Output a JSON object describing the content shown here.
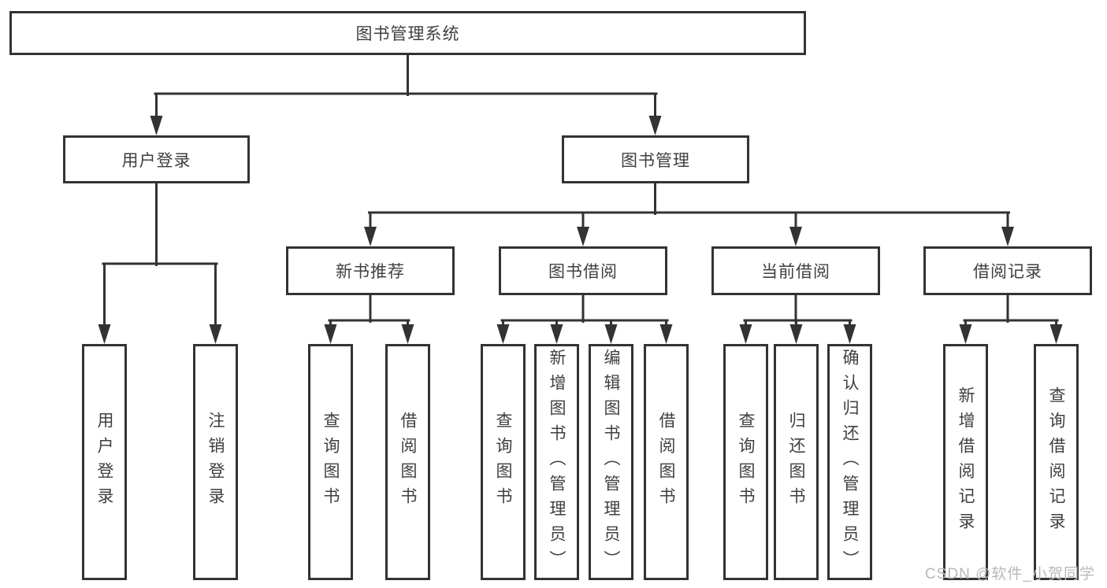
{
  "tree": {
    "root": {
      "label": "图书管理系统"
    },
    "branches": [
      {
        "label": "用户登录",
        "children": [
          {
            "label": "用户登录"
          },
          {
            "label": "注销登录"
          }
        ]
      },
      {
        "label": "图书管理",
        "children": [
          {
            "label": "新书推荐",
            "children": [
              {
                "label": "查询图书"
              },
              {
                "label": "借阅图书"
              }
            ]
          },
          {
            "label": "图书借阅",
            "children": [
              {
                "label": "查询图书"
              },
              {
                "label": "新增图书（管理员）"
              },
              {
                "label": "编辑图书（管理员）"
              },
              {
                "label": "借阅图书"
              }
            ]
          },
          {
            "label": "当前借阅",
            "children": [
              {
                "label": "查询图书"
              },
              {
                "label": "归还图书"
              },
              {
                "label": "确认归还（管理员）"
              }
            ]
          },
          {
            "label": "借阅记录",
            "children": [
              {
                "label": "新增借阅记录"
              },
              {
                "label": "查询借阅记录"
              }
            ]
          }
        ]
      }
    ]
  },
  "watermark": "CSDN @软件_小贺同学",
  "colors": {
    "line": "#333333",
    "box_bg": "#ffffff",
    "page_bg": "#ffffff",
    "text": "#3f3f3f",
    "watermark": "#b4b9bf"
  }
}
